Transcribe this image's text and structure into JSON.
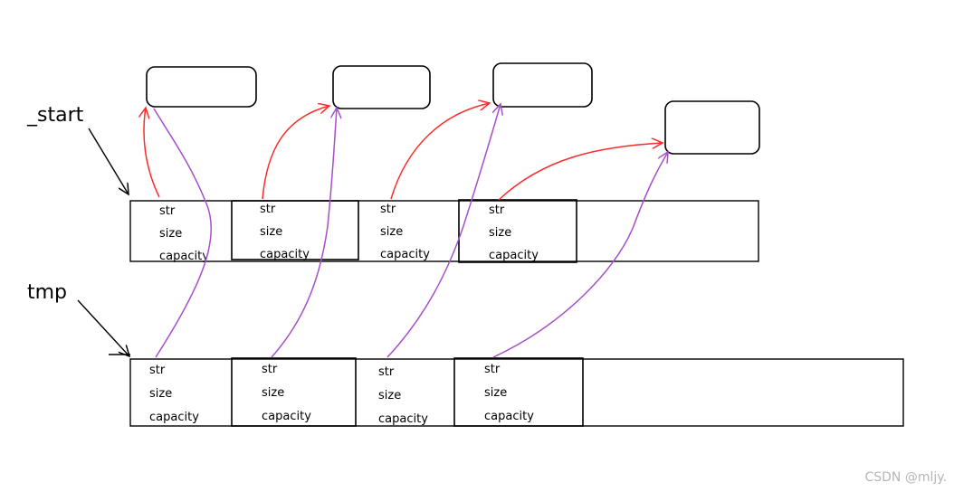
{
  "labels": {
    "start": "_start",
    "tmp": "tmp"
  },
  "fields": [
    "str",
    "size",
    "capacity"
  ],
  "watermark": "CSDN @mljy.",
  "colors": {
    "line": "#000000",
    "pointer_start": "#ff2a2a",
    "pointer_tmp": "#a64fc9"
  }
}
